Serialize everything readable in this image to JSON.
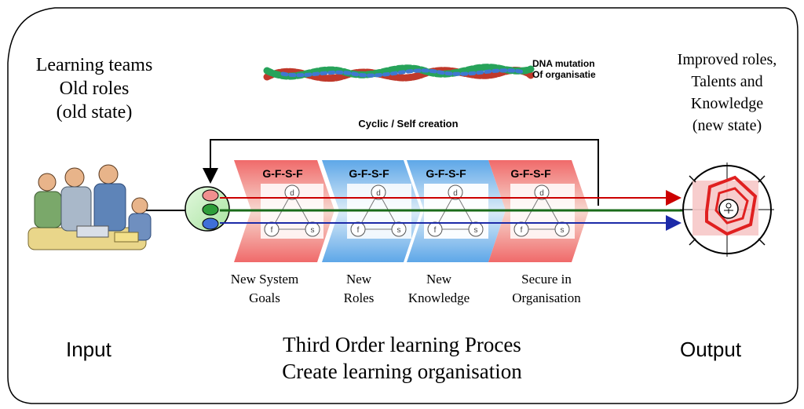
{
  "left": {
    "title_lines": [
      "Learning teams",
      "Old roles",
      "(old state)"
    ],
    "people_icon": "team-people-illustration"
  },
  "dna": {
    "label_lines": [
      "DNA mutation",
      "Of organisatie"
    ],
    "icon": "dna-helix"
  },
  "right": {
    "title_lines": [
      "Improved roles,",
      "Talents and",
      "Knowledge",
      "(new state)"
    ],
    "icon": "target-spiral-figure"
  },
  "cycle_label": "Cyclic / Self creation",
  "stages": [
    {
      "label": "G-F-S-F",
      "caption_lines": [
        "New System",
        "Goals"
      ],
      "color": "#ee7777"
    },
    {
      "label": "G-F-S-F",
      "caption_lines": [
        "New",
        "Roles"
      ],
      "color": "#6fb0e8"
    },
    {
      "label": "G-F-S-F",
      "caption_lines": [
        "New",
        "Knowledge"
      ],
      "color": "#6fb0e8"
    },
    {
      "label": "G-F-S-F",
      "caption_lines": [
        "Secure in",
        "Organisation"
      ],
      "color": "#ee7777"
    }
  ],
  "triangle_nodes": [
    "d",
    "f",
    "s"
  ],
  "bottom": {
    "input": "Input",
    "output": "Output",
    "title_lines": [
      "Third Order learning Proces",
      "Create learning organisation"
    ]
  },
  "colors": {
    "red_line": "#cc0000",
    "green_line": "#1a6b1a",
    "blue_line": "#1c2aa8",
    "hub_green": "#c8f0c0"
  }
}
